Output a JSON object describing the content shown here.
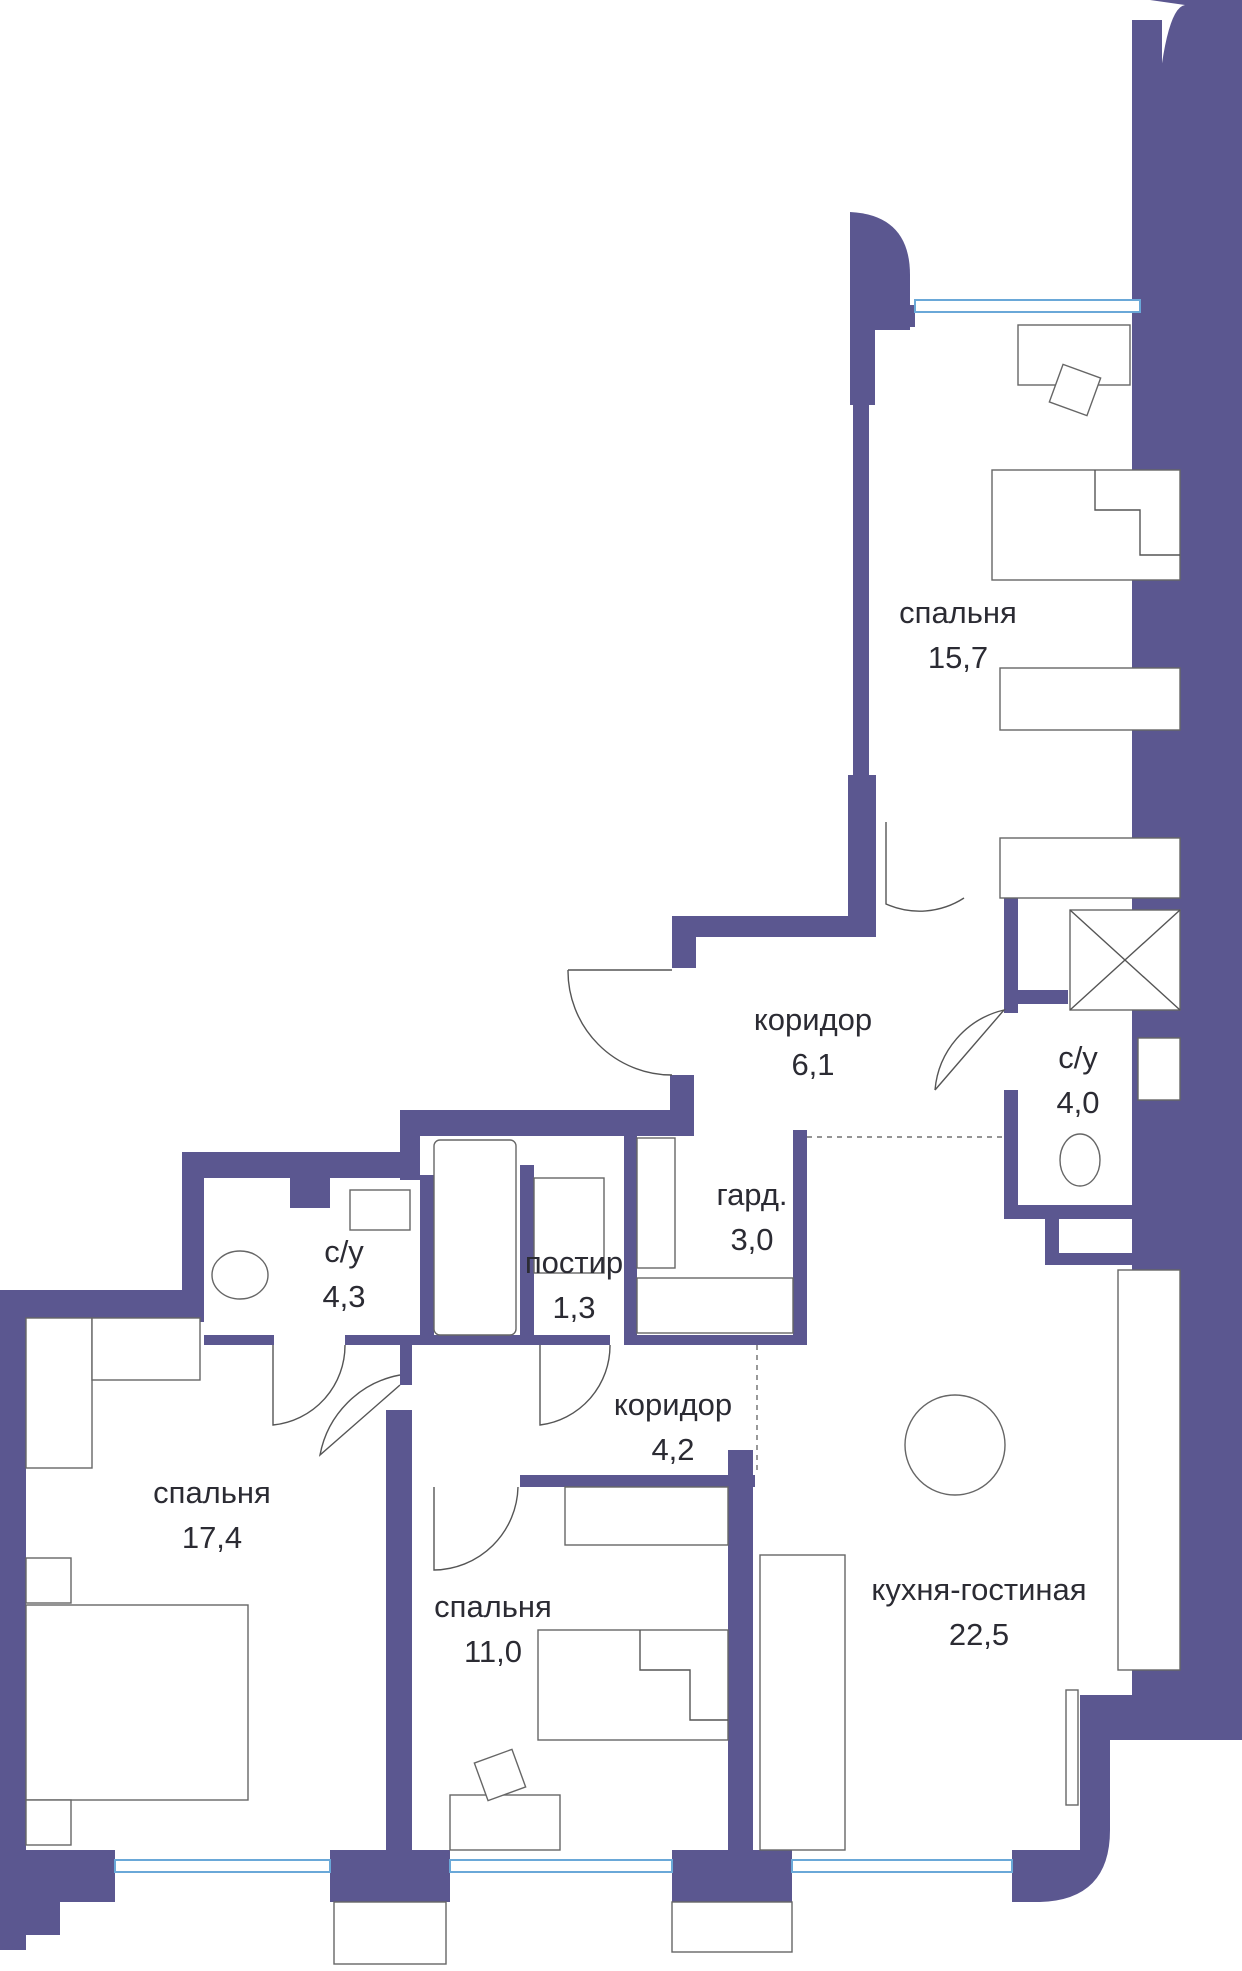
{
  "colors": {
    "wall": "#5b5790",
    "window": "#6aa8d8",
    "line": "#555555",
    "background": "#ffffff"
  },
  "rooms": [
    {
      "id": "bedroom-1",
      "label": "спальня",
      "area": "15,7"
    },
    {
      "id": "hall-1",
      "label": "коридор",
      "area": "6,1"
    },
    {
      "id": "bath-1",
      "label": "с/у",
      "area": "4,0"
    },
    {
      "id": "wardrobe",
      "label": "гард.",
      "area": "3,0"
    },
    {
      "id": "bath-2",
      "label": "с/у",
      "area": "4,3"
    },
    {
      "id": "laundry",
      "label": "постир",
      "area": "1,3"
    },
    {
      "id": "hall-2",
      "label": "коридор",
      "area": "4,2"
    },
    {
      "id": "bedroom-2",
      "label": "спальня",
      "area": "17,4"
    },
    {
      "id": "bedroom-3",
      "label": "спальня",
      "area": "11,0"
    },
    {
      "id": "kitchen-living",
      "label": "кухня-гостиная",
      "area": "22,5"
    }
  ]
}
